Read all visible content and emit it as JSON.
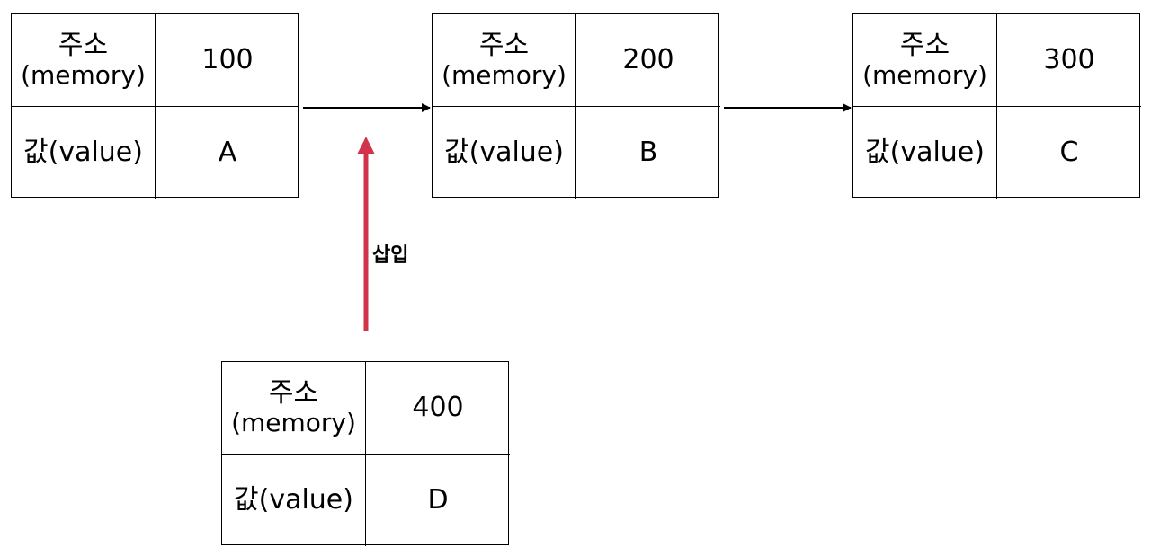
{
  "nodes": [
    {
      "address_label": "주소",
      "address_label_sub": "(memory)",
      "address_value": "100",
      "value_label": "값(value)",
      "value": "A"
    },
    {
      "address_label": "주소",
      "address_label_sub": "(memory)",
      "address_value": "200",
      "value_label": "값(value)",
      "value": "B"
    },
    {
      "address_label": "주소",
      "address_label_sub": "(memory)",
      "address_value": "300",
      "value_label": "값(value)",
      "value": "C"
    },
    {
      "address_label": "주소",
      "address_label_sub": "(memory)",
      "address_value": "400",
      "value_label": "값(value)",
      "value": "D"
    }
  ],
  "insert_label": "삽입",
  "colors": {
    "link_arrow": "#000000",
    "insert_arrow": "#d0334a"
  },
  "links": [
    {
      "from": "A",
      "to": "B"
    },
    {
      "from": "B",
      "to": "C"
    }
  ],
  "insert": {
    "from": "D",
    "to": "A-B link"
  }
}
